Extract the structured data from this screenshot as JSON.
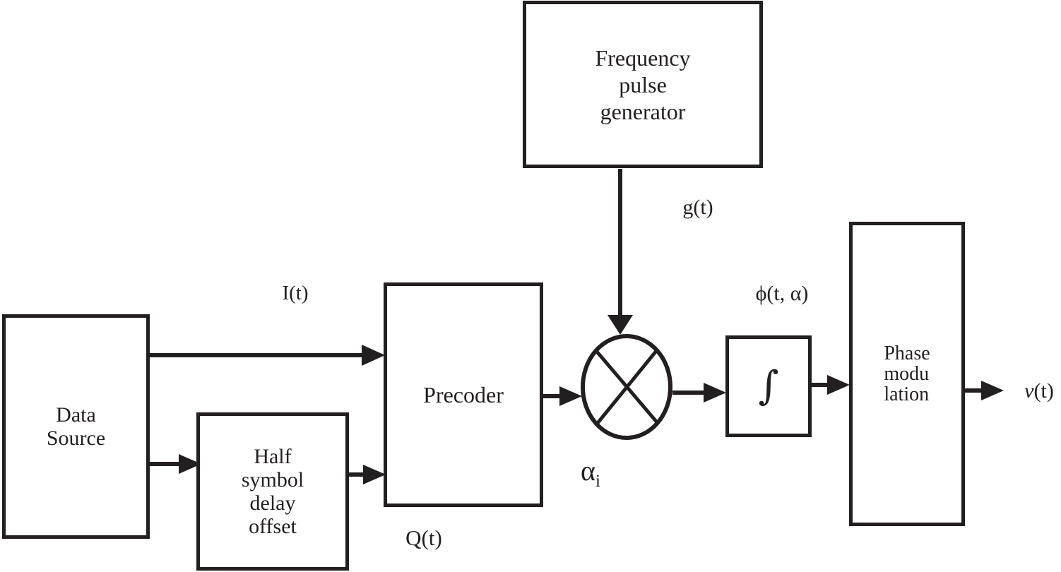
{
  "blocks": {
    "frequency_pulse_generator": "Frequency\npulse\ngenerator",
    "data_source": "Data\nSource",
    "half_symbol_delay_offset": "Half\nsymbol\ndelay\noffset",
    "precoder": "Precoder",
    "integrator": "∫",
    "phase_modulation": "Phase\nmodu\nlation"
  },
  "signals": {
    "i": "I(t)",
    "q": "Q(t)",
    "g": "g(t)",
    "phi": "ϕ(t, α)",
    "alpha": {
      "base": "α",
      "sub": "i"
    },
    "v": {
      "base": "v",
      "rest": "(t)"
    }
  },
  "nodes": {
    "multiplier": "multiply"
  },
  "colors": {
    "ink": "#231f20",
    "background": "#ffffff"
  }
}
